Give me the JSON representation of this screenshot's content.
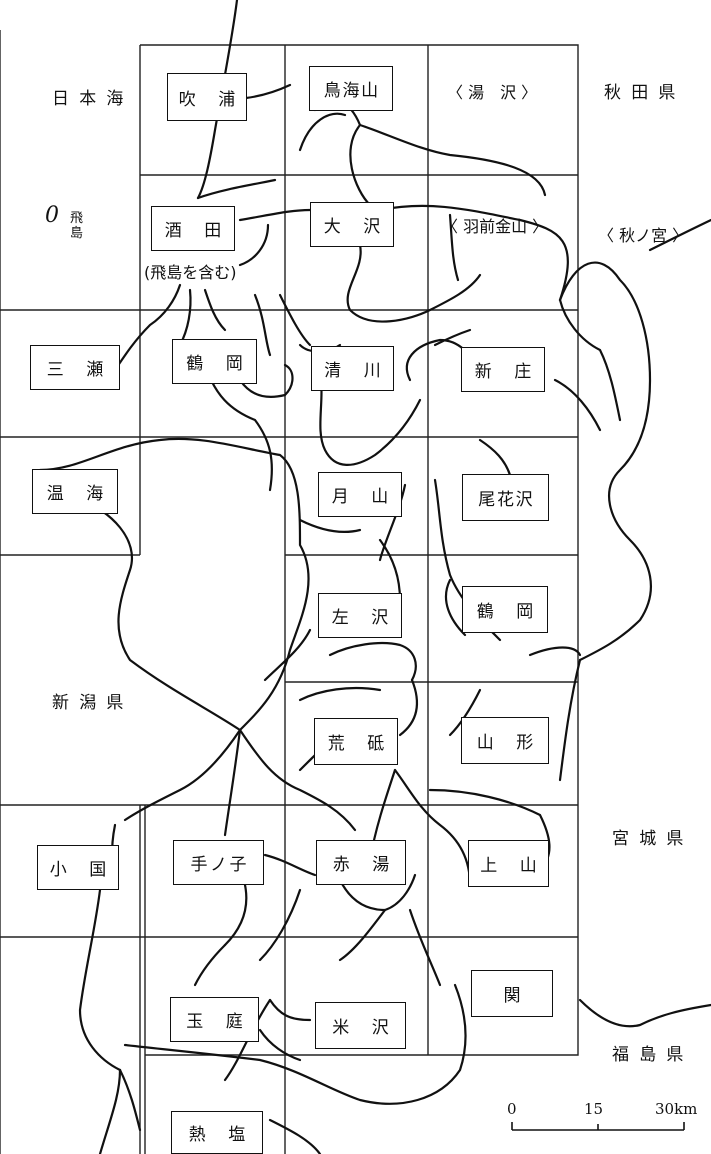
{
  "sheets": {
    "fubura": "吹 浦",
    "chokaisan": "鳥海山",
    "sakata": "酒 田",
    "osawa": "大 沢",
    "sanze": "三 瀬",
    "tsuruoka_w": "鶴 岡",
    "kiyokawa": "清 川",
    "shinjo": "新 庄",
    "atsumi": "温 海",
    "gassan": "月 山",
    "obanazawa": "尾花沢",
    "sazawa": "左 沢",
    "tsuruoka_e": "鶴 岡",
    "arato": "荒 砥",
    "yamagata": "山 形",
    "oguni": "小 国",
    "tenoko": "手ノ子",
    "akayu": "赤 湯",
    "kaminoyama": "上 山",
    "seki": "関",
    "tamaniwa": "玉 庭",
    "yonezawa": "米 沢",
    "atsushio": "熱 塩"
  },
  "bracket_sheets": {
    "yuzawa": "〈 湯　沢 〉",
    "ugo_kanayama": "〈 羽前金山 〉",
    "akinomiya": "〈 秋ノ宮 〉"
  },
  "regions": {
    "sea": "日本海",
    "akita": "秋田県",
    "niigata": "新潟県",
    "miyagi": "宮城県",
    "fukushima": "福島県"
  },
  "tobishima": {
    "symbol": "0",
    "label": "飛島"
  },
  "sakata_note": "(飛島を含む)",
  "scale": {
    "ticks": [
      "0",
      "15",
      "30km"
    ]
  }
}
